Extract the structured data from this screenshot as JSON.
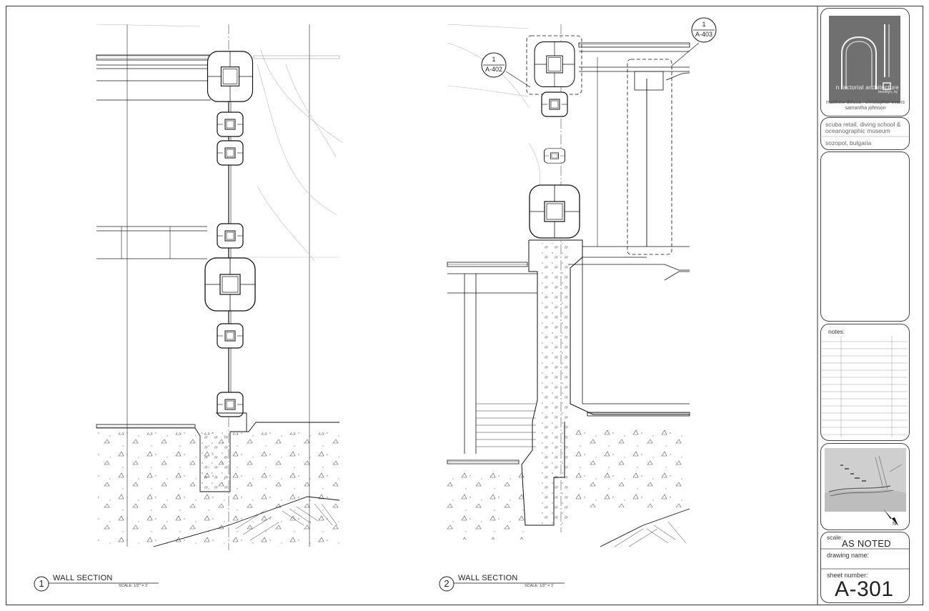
{
  "sheet": {
    "firm": {
      "logo_text": "n!",
      "name": "n factorial architecture",
      "city": "brooklyn, ny",
      "team_line1": "matthew deluca . christopher evans",
      "team_line2": "samantha johnson"
    },
    "project": {
      "name_line1": "scuba retail, diving school &",
      "name_line2": "oceanographic museum",
      "location": "sozopol, bulgaria"
    },
    "notes_label": "notes:",
    "keyplan": {
      "north_label": "N"
    },
    "scale_label": "scale:",
    "scale_value": "AS NOTED",
    "drawing_name_label": "drawing name:",
    "sheet_number_label": "sheet number:",
    "sheet_number": "A-301"
  },
  "drawings": [
    {
      "number": "1",
      "title": "WALL SECTION",
      "scale": "SCALE: 1/2\" = 1'"
    },
    {
      "number": "2",
      "title": "WALL SECTION",
      "scale": "SCALE: 1/2\" = 1'"
    }
  ],
  "callouts": [
    {
      "top": "1",
      "bottom": "A-402"
    },
    {
      "top": "1",
      "bottom": "A-403"
    }
  ]
}
